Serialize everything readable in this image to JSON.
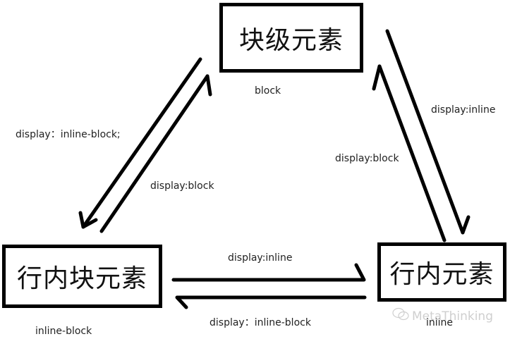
{
  "nodes": {
    "block": {
      "title": "块级元素",
      "caption": "block"
    },
    "inline_block": {
      "title": "行内块元素",
      "caption": "inline-block"
    },
    "inline": {
      "title": "行内元素",
      "caption": "inline"
    }
  },
  "edges": [
    {
      "from": "块级元素",
      "to": "行内块元素",
      "label": "display：inline-block;"
    },
    {
      "from": "行内块元素",
      "to": "块级元素",
      "label": "display:block"
    },
    {
      "from": "块级元素",
      "to": "行内元素",
      "label": "display:inline"
    },
    {
      "from": "行内元素",
      "to": "块级元素",
      "label": "display:block"
    },
    {
      "from": "行内块元素",
      "to": "行内元素",
      "label": "display:inline"
    },
    {
      "from": "行内元素",
      "to": "行内块元素",
      "label": "display：inline-block"
    }
  ],
  "watermark": {
    "icon": "wechat-icon",
    "text": "MetaThinking"
  },
  "colors": {
    "stroke": "#000000",
    "text": "#222222",
    "background": "#ffffff"
  }
}
